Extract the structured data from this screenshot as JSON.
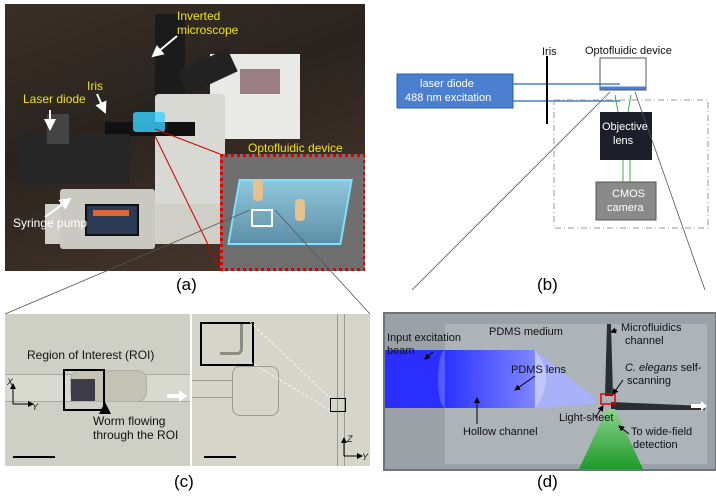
{
  "panel_a": {
    "labels": {
      "inverted_microscope": "Inverted\nmicroscope",
      "iris": "Iris",
      "laser_diode": "Laser diode",
      "optofluidic_device": "Optofluidic device",
      "syringe_pump": "Syringe pump"
    },
    "caption": "(a)"
  },
  "panel_b": {
    "iris": "Iris",
    "optofluidic_device": "Optofluidic device",
    "laser_line1": "laser diode",
    "laser_line2": "488 nm excitation",
    "objective_line1": "Objective",
    "objective_line2": "lens",
    "cmos_line1": "CMOS",
    "cmos_line2": "camera",
    "caption": "(b)"
  },
  "panel_c": {
    "roi": "Region of Interest (ROI)",
    "worm_line1": "Worm flowing",
    "worm_line2": "through the ROI",
    "axis_x": "X",
    "axis_y": "Y",
    "axis_z": "Z",
    "axis_y2": "Y",
    "caption": "(c)"
  },
  "panel_d": {
    "input_line1": "Input excitation",
    "input_line2": "beam",
    "pdms_medium": "PDMS medium",
    "pdms_lens": "PDMS lens",
    "hollow_channel": "Hollow channel",
    "micro_line1": "Microfluidics",
    "micro_line2": "channel",
    "celegans_line1": "C. elegans",
    "celegans_line1_rest": " self-",
    "celegans_line2": "scanning",
    "light_sheet": "Light-sheet",
    "widefield_line1": "To wide-field",
    "widefield_line2": "detection",
    "caption": "(d)"
  }
}
